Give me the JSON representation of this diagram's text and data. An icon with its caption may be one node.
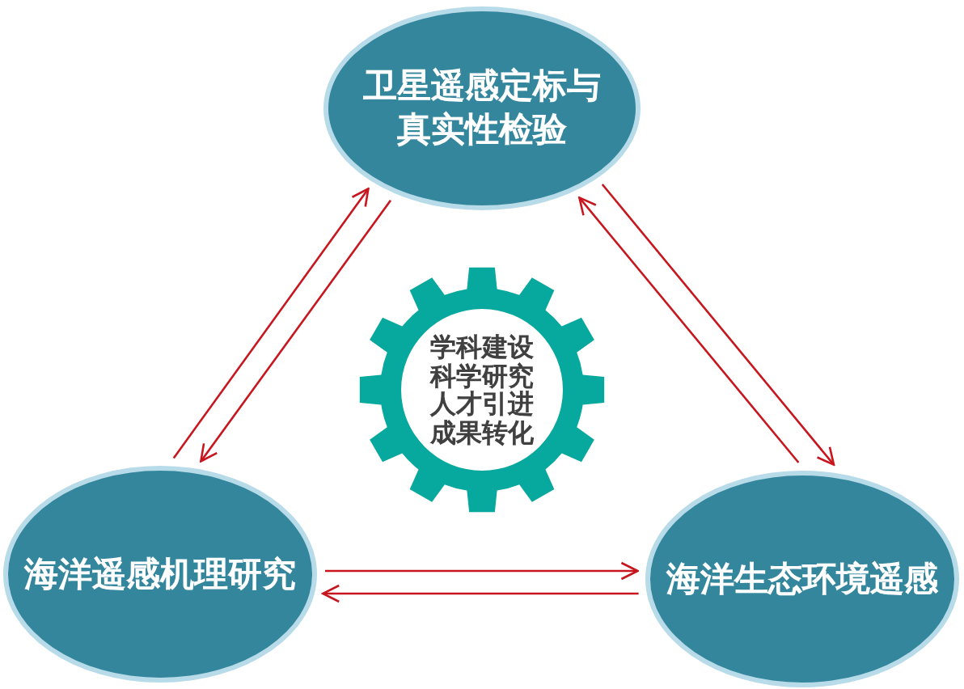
{
  "diagram": {
    "nodes": [
      {
        "text": [
          "卫星遥感定标与真实性检验"
        ]
      },
      {
        "text": [
          "学科建设",
          "科学研究",
          "人才引进",
          "成果转化"
        ]
      },
      {
        "text": [
          "海洋遥感机理研究"
        ]
      },
      {
        "text": [
          "海洋生态环境遥感"
        ]
      }
    ],
    "edges": [
      {
        "from": 2,
        "to": 0,
        "arrow": "to"
      },
      {
        "from": 0,
        "to": 2,
        "arrow": "to"
      },
      {
        "from": 3,
        "to": 0,
        "arrow": "to"
      },
      {
        "from": 0,
        "to": 3,
        "arrow": "to"
      },
      {
        "from": 2,
        "to": 3,
        "arrow": "to"
      },
      {
        "from": 3,
        "to": 2,
        "arrow": "to"
      }
    ]
  }
}
